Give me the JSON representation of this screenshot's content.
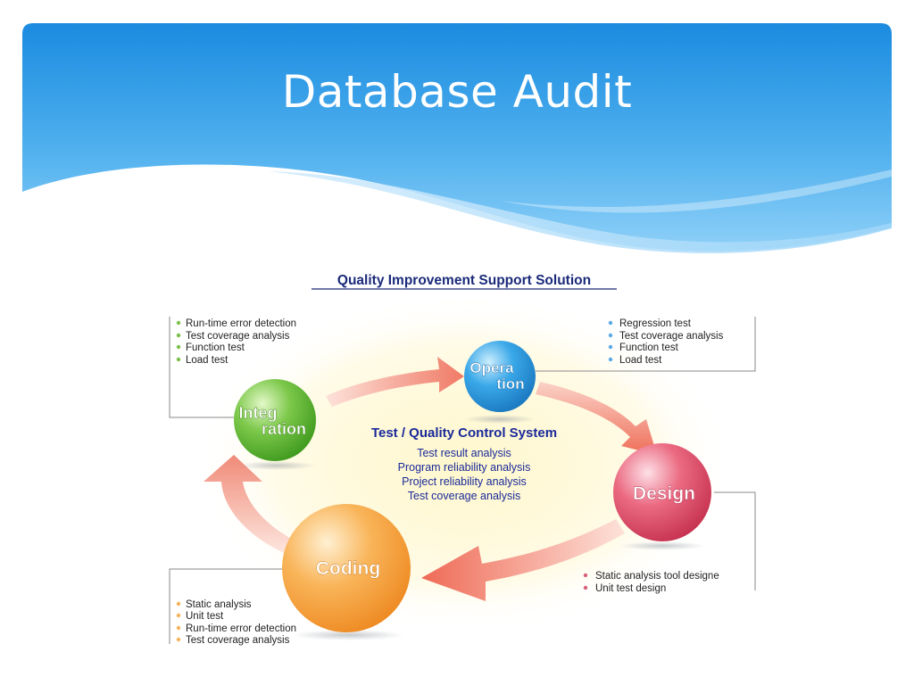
{
  "slide": {
    "title": "Database Audit"
  },
  "diagram": {
    "title": "Quality Improvement Support Solution",
    "center": {
      "heading": "Test / Quality Control System",
      "items": [
        "Test result analysis",
        "Program reliability analysis",
        "Project reliability analysis",
        "Test coverage analysis"
      ]
    },
    "nodes": {
      "operation": {
        "label_line1": "Opera",
        "label_line2": "tion",
        "color": "#2f9fe0",
        "bullet_color": "#5aa9e6",
        "items": [
          "Regression test",
          "Test coverage analysis",
          "Function test",
          "Load test"
        ]
      },
      "integration": {
        "label_line1": "Integ",
        "label_line2": "ration",
        "color": "#6fbf3a",
        "bullet_color": "#7cc04a",
        "items": [
          "Run-time error detection",
          "Test coverage analysis",
          "Function test",
          "Load test"
        ]
      },
      "design": {
        "label": "Design",
        "color": "#e0506a",
        "bullet_color": "#d9607a",
        "items": [
          "Static analysis tool designe",
          "Unit test design"
        ]
      },
      "coding": {
        "label": "Coding",
        "color": "#f5a23a",
        "bullet_color": "#f3b35a",
        "items": [
          "Static analysis",
          "Unit test",
          "Run-time error detection",
          "Test coverage analysis"
        ]
      }
    }
  },
  "colors": {
    "banner_top": "#1e8ee0",
    "banner_bottom": "#8fd0f8",
    "diagram_title": "#1a2a7a",
    "center_text": "#1a2a9a",
    "arrow": "#f08a78"
  }
}
